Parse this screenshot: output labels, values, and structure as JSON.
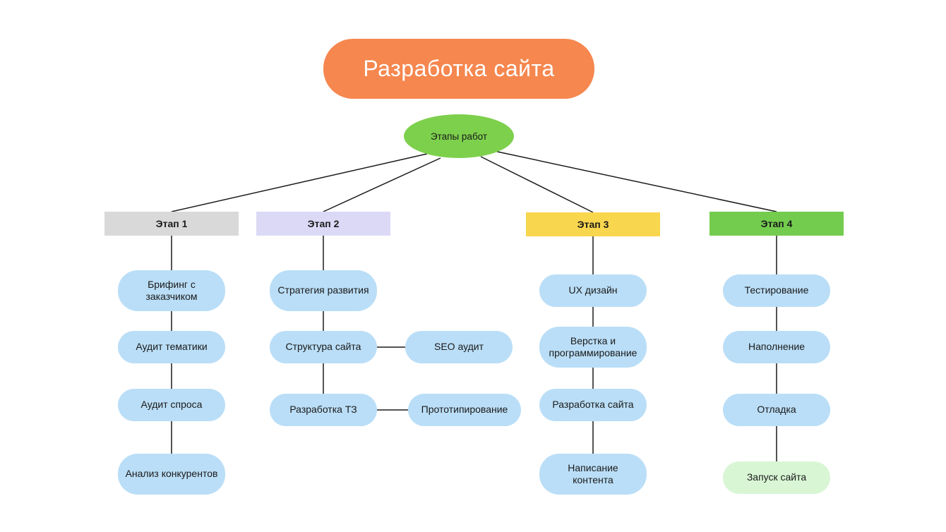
{
  "title": "Разработка сайта",
  "root_label": "Этапы работ",
  "colors": {
    "title_bg": "#f5874f",
    "title_text": "#ffffff",
    "root_bg": "#7dd04c",
    "stage1_bg": "#d9d9d9",
    "stage2_bg": "#dcd9f6",
    "stage3_bg": "#f8d64e",
    "stage4_bg": "#74cc4e",
    "item_bg": "#badef7",
    "final_item_bg": "#d8f6d4",
    "connector": "#1a1a1a"
  },
  "stages": [
    {
      "label": "Этап 1",
      "items": [
        "Брифинг с заказчиком",
        "Аудит тематики",
        "Аудит спроса",
        "Анализ конкурентов"
      ]
    },
    {
      "label": "Этап 2",
      "items": [
        "Стратегия развития",
        "Структура сайта",
        "Разработка ТЗ"
      ],
      "side_items": [
        "SEO аудит",
        "Прототипирование"
      ]
    },
    {
      "label": "Этап 3",
      "items": [
        "UX дизайн",
        "Верстка и программирование",
        "Разработка сайта",
        "Написание контента"
      ]
    },
    {
      "label": "Этап 4",
      "items": [
        "Тестирование",
        "Наполнение",
        "Отладка",
        "Запуск сайта"
      ]
    }
  ]
}
